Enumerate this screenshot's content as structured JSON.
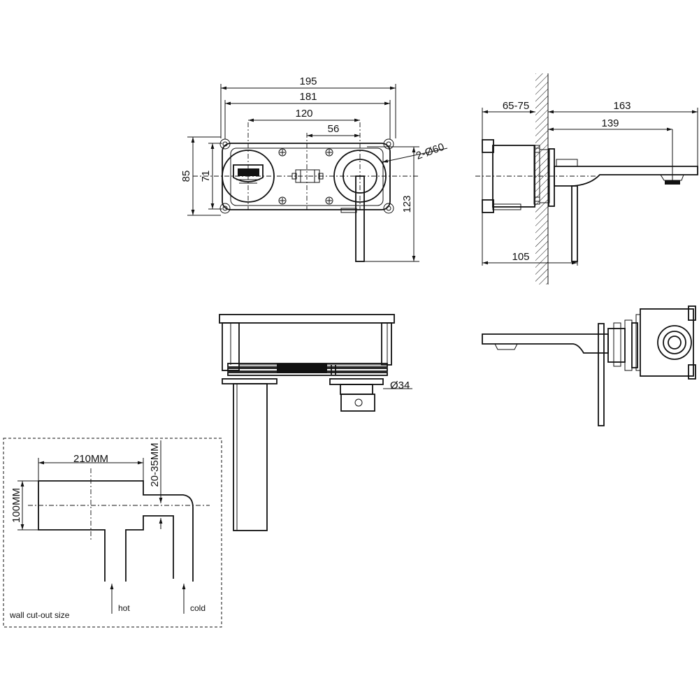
{
  "front_view": {
    "dim_overall_width": "195",
    "dim_plate_width": "181",
    "dim_center_distance": "120",
    "dim_half_center": "56",
    "dim_overall_height": "85",
    "dim_plate_height": "71",
    "dim_outlet_diameter": "2-Ø60",
    "dim_handle_drop": "123"
  },
  "side_view": {
    "dim_wall_depth": "65-75",
    "dim_spout_reach": "163",
    "dim_outlet_reach": "139",
    "dim_handle_reach": "105"
  },
  "bottom_view": {
    "dim_connector_diameter": "Ø34"
  },
  "cutout": {
    "title": "wall cut-out size",
    "dim_width": "210MM",
    "dim_height": "100MM",
    "dim_depth": "20-35MM",
    "label_hot": "hot",
    "label_cold": "cold"
  }
}
